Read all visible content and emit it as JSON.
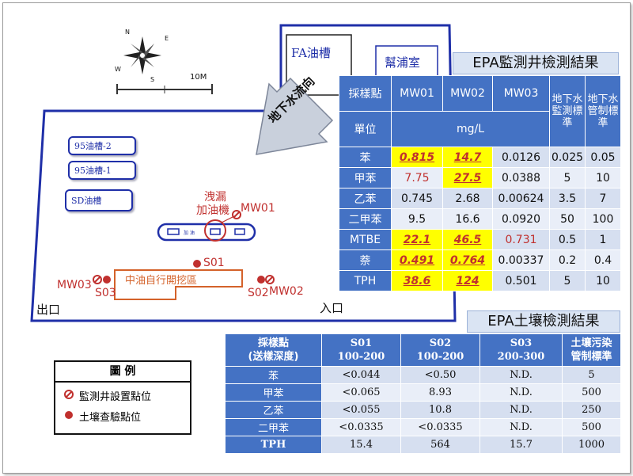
{
  "map": {
    "compass": {
      "n": "N",
      "s": "S",
      "w": "W",
      "e": "E"
    },
    "scale_label": "10M",
    "tanks": {
      "fa": "FA油槽",
      "pump": "幫浦室",
      "t95_2": "95油槽-2",
      "t95_1": "95油槽-1",
      "sd": "SD油槽"
    },
    "flow_label": "地下水流向",
    "leak_label_1": "洩漏",
    "leak_label_2": "加油機",
    "dispenser_text": "加 油",
    "excavation_label": "中油自行開挖區",
    "exit": "出口",
    "entrance": "入口",
    "points": {
      "mw01": "MW01",
      "mw02": "MW02",
      "mw03": "MW03",
      "s01": "S01",
      "s02": "S02",
      "s03": "S03"
    }
  },
  "legend": {
    "title": "圖 例",
    "well": "監測井設置點位",
    "soil": "土壤查驗點位"
  },
  "colors": {
    "header_blue": "#4472c4",
    "site_blue": "#1f2fa8",
    "point_red": "#c0302e",
    "highlight": "#ffff00"
  },
  "groundwater": {
    "title": "EPA監測井檢測結果",
    "headers": [
      "採樣點",
      "MW01",
      "MW02",
      "MW03",
      "地下水監測標準",
      "地下水管制標準"
    ],
    "unit_label": "單位",
    "unit": "mg/L",
    "rows": [
      {
        "name": "苯",
        "mw01": "0.815",
        "mw02": "14.7",
        "mw03": "0.0126",
        "monitor": "0.025",
        "control": "0.05"
      },
      {
        "name": "甲苯",
        "mw01": "7.75",
        "mw02": "27.5",
        "mw03": "0.0388",
        "monitor": "5",
        "control": "10"
      },
      {
        "name": "乙苯",
        "mw01": "0.745",
        "mw02": "2.68",
        "mw03": "0.00624",
        "monitor": "3.5",
        "control": "7"
      },
      {
        "name": "二甲苯",
        "mw01": "9.5",
        "mw02": "16.6",
        "mw03": "0.0920",
        "monitor": "50",
        "control": "100"
      },
      {
        "name": "MTBE",
        "mw01": "22.1",
        "mw02": "46.5",
        "mw03": "0.731",
        "monitor": "0.5",
        "control": "1"
      },
      {
        "name": "萘",
        "mw01": "0.491",
        "mw02": "0.764",
        "mw03": "0.00337",
        "monitor": "0.2",
        "control": "0.4"
      },
      {
        "name": "TPH",
        "mw01": "38.6",
        "mw02": "124",
        "mw03": "0.501",
        "monitor": "5",
        "control": "10"
      }
    ]
  },
  "soil": {
    "title": "EPA土壤檢測結果",
    "headers": [
      {
        "l1": "採樣點",
        "l2": "(送樣深度)"
      },
      {
        "l1": "S01",
        "l2": "100-200"
      },
      {
        "l1": "S02",
        "l2": "100-200"
      },
      {
        "l1": "S03",
        "l2": "200-300"
      },
      {
        "l1": "土壤污染",
        "l2": "管制標準"
      }
    ],
    "rows": [
      {
        "name": "苯",
        "s01": "<0.044",
        "s02": "<0.50",
        "s03": "N.D.",
        "std": "5"
      },
      {
        "name": "甲苯",
        "s01": "<0.065",
        "s02": "8.93",
        "s03": "N.D.",
        "std": "500"
      },
      {
        "name": "乙苯",
        "s01": "<0.055",
        "s02": "10.8",
        "s03": "N.D.",
        "std": "250"
      },
      {
        "name": "二甲苯",
        "s01": "<0.0335",
        "s02": "<0.0335",
        "s03": "N.D.",
        "std": "500"
      },
      {
        "name": "TPH",
        "s01": "15.4",
        "s02": "564",
        "s03": "15.7",
        "std": "1000"
      }
    ]
  }
}
